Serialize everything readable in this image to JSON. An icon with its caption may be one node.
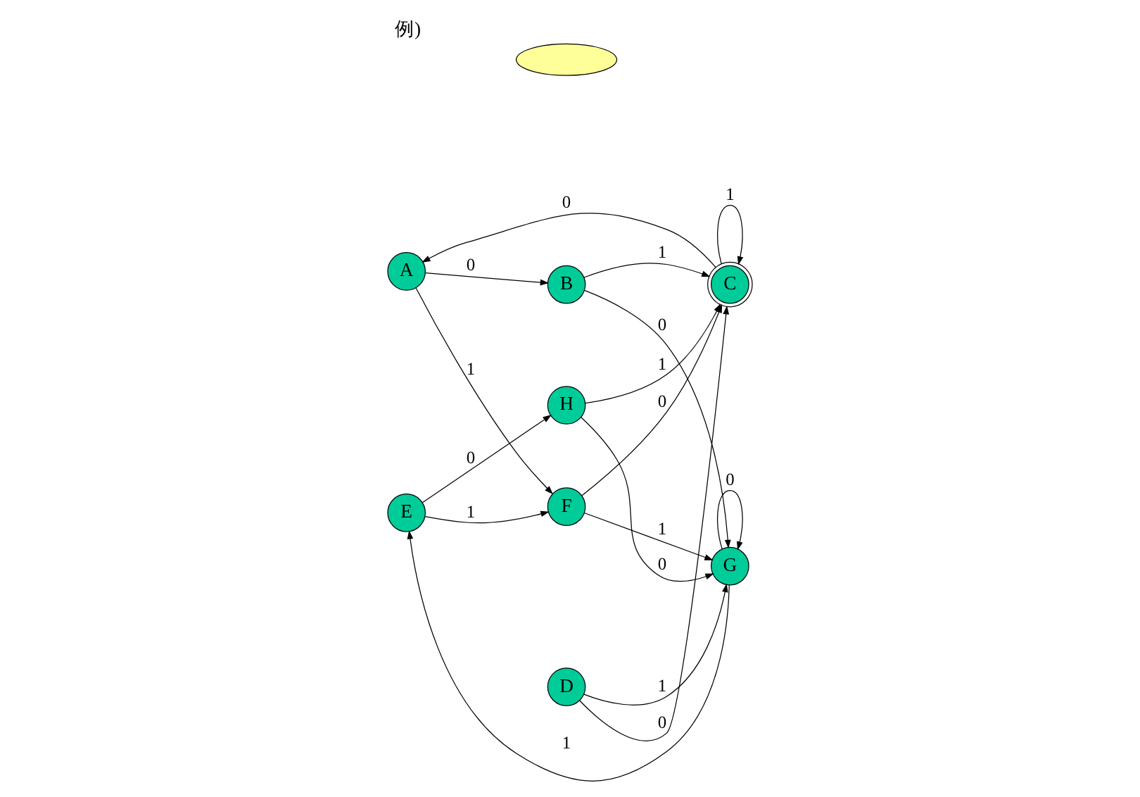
{
  "diagram": {
    "title": "例)",
    "nodes": [
      {
        "text": [
          "A"
        ]
      },
      {
        "text": [
          "B"
        ]
      },
      {
        "text": [
          "C"
        ]
      },
      {
        "text": [
          "D"
        ]
      },
      {
        "text": [
          "E"
        ]
      },
      {
        "text": [
          "F"
        ]
      },
      {
        "text": [
          "G"
        ]
      },
      {
        "text": [
          "H"
        ]
      },
      {
        "text": [],
        "shape": "cloud"
      }
    ],
    "edges": [
      {
        "from": 0,
        "to": 1,
        "arrow": "to",
        "label": "0"
      },
      {
        "from": 0,
        "to": 5,
        "arrow": "to",
        "label": "1"
      },
      {
        "from": 1,
        "to": 2,
        "arrow": "to",
        "label": "1"
      },
      {
        "from": 1,
        "to": 6,
        "arrow": "to",
        "label": "0"
      },
      {
        "from": 2,
        "to": 0,
        "arrow": "to",
        "label": "0"
      },
      {
        "from": 2,
        "to": 2,
        "arrow": "to",
        "label": "1"
      },
      {
        "from": 3,
        "to": 2,
        "arrow": "to",
        "label": "0"
      },
      {
        "from": 3,
        "to": 6,
        "arrow": "to",
        "label": "1"
      },
      {
        "from": 4,
        "to": 5,
        "arrow": "to",
        "label": "1"
      },
      {
        "from": 4,
        "to": 7,
        "arrow": "to",
        "label": "0"
      },
      {
        "from": 5,
        "to": 2,
        "arrow": "to",
        "label": "0"
      },
      {
        "from": 5,
        "to": 6,
        "arrow": "to",
        "label": "1"
      },
      {
        "from": 6,
        "to": 4,
        "arrow": "to",
        "label": "1"
      },
      {
        "from": 6,
        "to": 6,
        "arrow": "to",
        "label": "0"
      },
      {
        "from": 7,
        "to": 6,
        "arrow": "to",
        "label": "0"
      },
      {
        "from": 7,
        "to": 2,
        "arrow": "to",
        "label": "1"
      }
    ]
  }
}
